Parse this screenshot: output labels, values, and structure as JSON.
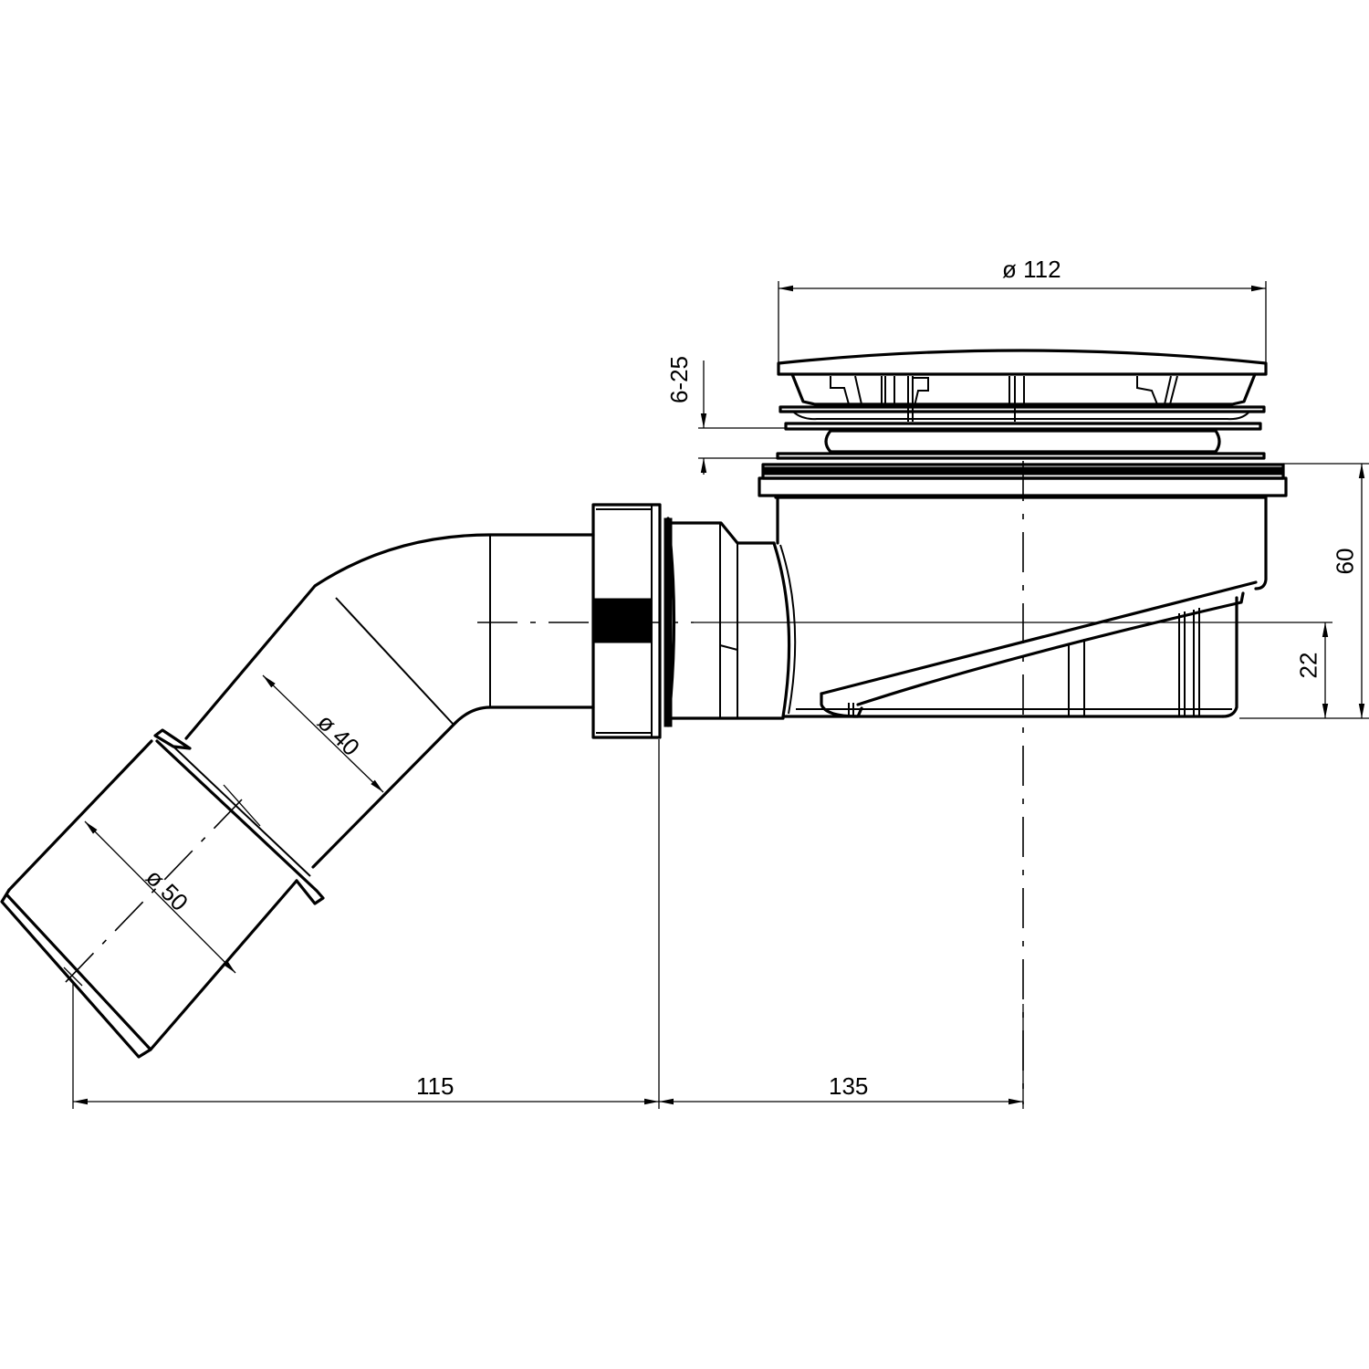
{
  "drawing": {
    "subject": "shower tray drain with 45° elbow outlet",
    "line_color": "#000000",
    "background": "#ffffff"
  },
  "dimensions": {
    "cover_diameter": "ø 112",
    "adjustment_range": "6-25",
    "total_height": "60",
    "outlet_center_height": "22",
    "pipe_diameter_40": "ø 40",
    "pipe_diameter_50": "ø 50",
    "horizontal_left": "115",
    "horizontal_right": "135"
  }
}
